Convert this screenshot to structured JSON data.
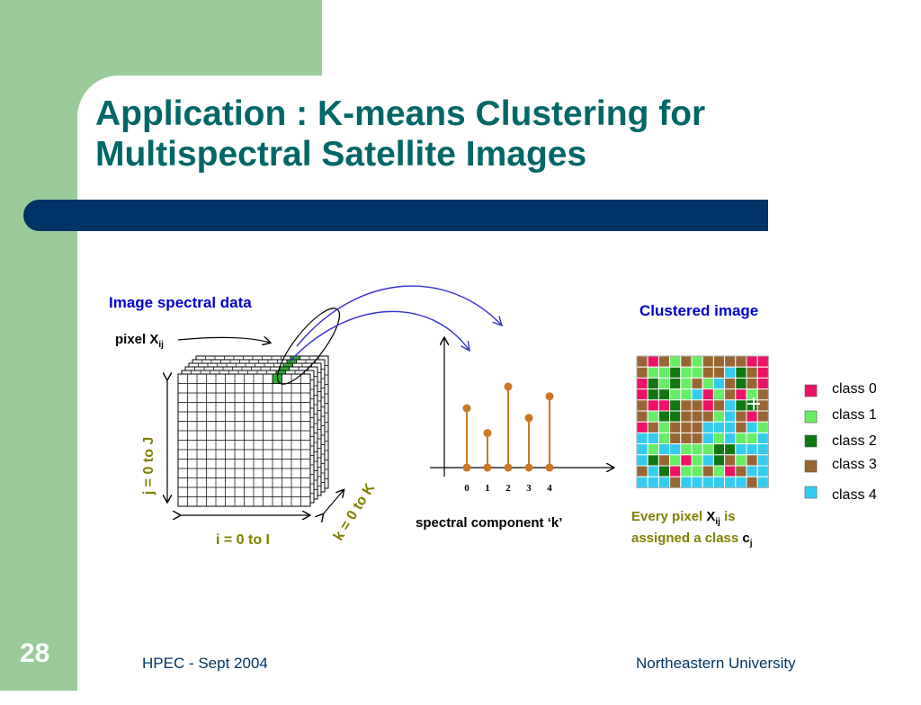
{
  "slide": {
    "title_line1": "Application : K-means Clustering for",
    "title_line2": "Multispectral Satellite Images",
    "number": "28",
    "footer_left": "HPEC - Sept 2004",
    "footer_right": "Northeastern University"
  },
  "diagram": {
    "image_spectral_label": "Image spectral data",
    "pixel_label_main": "pixel X",
    "pixel_label_sub": "ij",
    "j_axis_label": "j = 0 to J",
    "i_axis_label": "i = 0 to I",
    "k_axis_label": "k = 0 to K",
    "spectral_axis_label": "spectral component ‘k’",
    "stem_ticks": [
      "0",
      "1",
      "2",
      "3",
      "4"
    ],
    "stem_values": [
      0.55,
      0.32,
      0.75,
      0.46,
      0.66
    ],
    "clustered_label": "Clustered image",
    "every_pixel_1": "Every pixel ",
    "every_pixel_X": "X",
    "every_pixel_ij": "ij",
    "every_pixel_is": " is",
    "assigned_text": "assigned a class ",
    "assigned_c": "c",
    "assigned_j": "j"
  },
  "colors": {
    "title": "#006666",
    "bar": "#003366",
    "band": "#99cc99",
    "label_blue": "#0000cc",
    "label_olive": "#808000",
    "stem": "#cc7722",
    "arrow_blue": "#3333cc",
    "cube_green": "#33aa33"
  },
  "legend": [
    {
      "label": "class 0",
      "color": "#ee1166"
    },
    {
      "label": "class 1",
      "color": "#66ee66"
    },
    {
      "label": "class 2",
      "color": "#117711"
    },
    {
      "label": "class 3",
      "color": "#996633"
    },
    {
      "label": "class 4",
      "color": "#33ccee"
    }
  ],
  "cluster_grid": [
    [
      3,
      0,
      3,
      1,
      3,
      1,
      3,
      3,
      3,
      3,
      0,
      0
    ],
    [
      3,
      1,
      1,
      2,
      1,
      1,
      3,
      3,
      4,
      2,
      3,
      0
    ],
    [
      0,
      2,
      1,
      2,
      1,
      3,
      1,
      4,
      3,
      2,
      3,
      0
    ],
    [
      0,
      2,
      2,
      1,
      1,
      4,
      0,
      1,
      3,
      0,
      1,
      3
    ],
    [
      3,
      0,
      0,
      2,
      3,
      3,
      0,
      3,
      4,
      2,
      2,
      3
    ],
    [
      3,
      1,
      2,
      2,
      3,
      3,
      3,
      1,
      4,
      3,
      0,
      3
    ],
    [
      0,
      3,
      1,
      3,
      3,
      3,
      4,
      4,
      4,
      3,
      4,
      1
    ],
    [
      4,
      4,
      1,
      3,
      3,
      3,
      4,
      1,
      4,
      1,
      1,
      4
    ],
    [
      4,
      1,
      4,
      4,
      1,
      1,
      1,
      2,
      2,
      4,
      4,
      4
    ],
    [
      4,
      2,
      3,
      1,
      0,
      1,
      4,
      2,
      3,
      1,
      3,
      4
    ],
    [
      3,
      4,
      2,
      0,
      1,
      1,
      3,
      1,
      0,
      3,
      4,
      4
    ],
    [
      4,
      4,
      4,
      3,
      4,
      4,
      4,
      4,
      4,
      4,
      3,
      4
    ]
  ]
}
